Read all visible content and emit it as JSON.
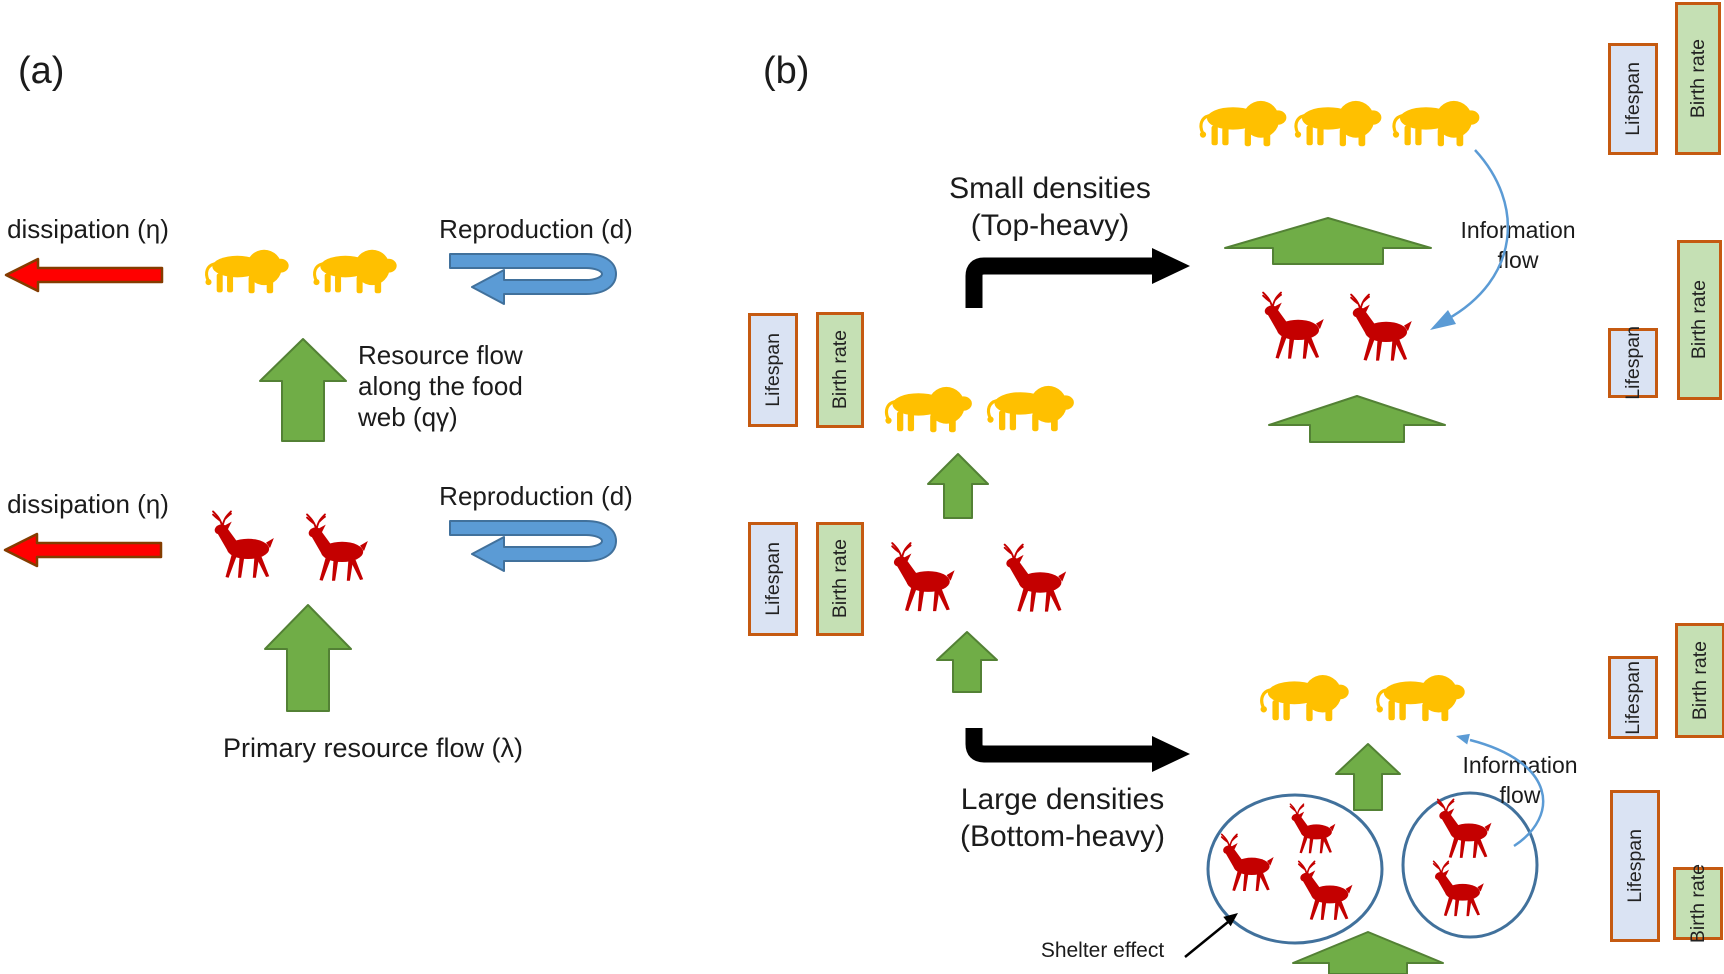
{
  "figure": {
    "type": "ecology food-web schematic, two panels"
  },
  "panel_a": {
    "label": "(a)",
    "rows": [
      {
        "animal": "lion",
        "count": 2,
        "dissipation_label": "dissipation (η)",
        "reproduction_label": "Reproduction (d)"
      },
      {
        "animal": "deer",
        "count": 2,
        "dissipation_label": "dissipation (η)",
        "reproduction_label": "Reproduction (d)"
      }
    ],
    "resource_flow_label": "Resource flow along the food web (qγ)",
    "primary_resource_label": "Primary resource flow (λ)"
  },
  "panel_b": {
    "label": "(b)",
    "small_densities": {
      "line1": "Small densities",
      "line2": "(Top-heavy)"
    },
    "large_densities": {
      "line1": "Large densities",
      "line2": "(Bottom-heavy)"
    },
    "information_flow_label": "Information flow",
    "shelter_effect_label": "Shelter effect",
    "trait_labels": {
      "lifespan": "Lifespan",
      "birth_rate": "Birth rate"
    },
    "counts": {
      "baseline_column": {
        "lions": 2,
        "deer": 2
      },
      "top_heavy": {
        "lions": 3,
        "deer": 2
      },
      "bottom_heavy": {
        "lions": 2,
        "sheltered_deer_groups": [
          3,
          2
        ]
      }
    }
  },
  "colors": {
    "lion": "#FFC000",
    "deer": "#C40000",
    "red_arrow": "#FF0000",
    "blue_arrow": "#5B9BD5",
    "green_arrow": "#70AD47",
    "black_arrow": "#000000",
    "info_arrow": "#5B9BD5",
    "lifespan_fill": "#DAE3F3",
    "birth_fill": "#C5E0B4",
    "trait_border": "#C55A11",
    "circle_stroke": "#41719C"
  }
}
